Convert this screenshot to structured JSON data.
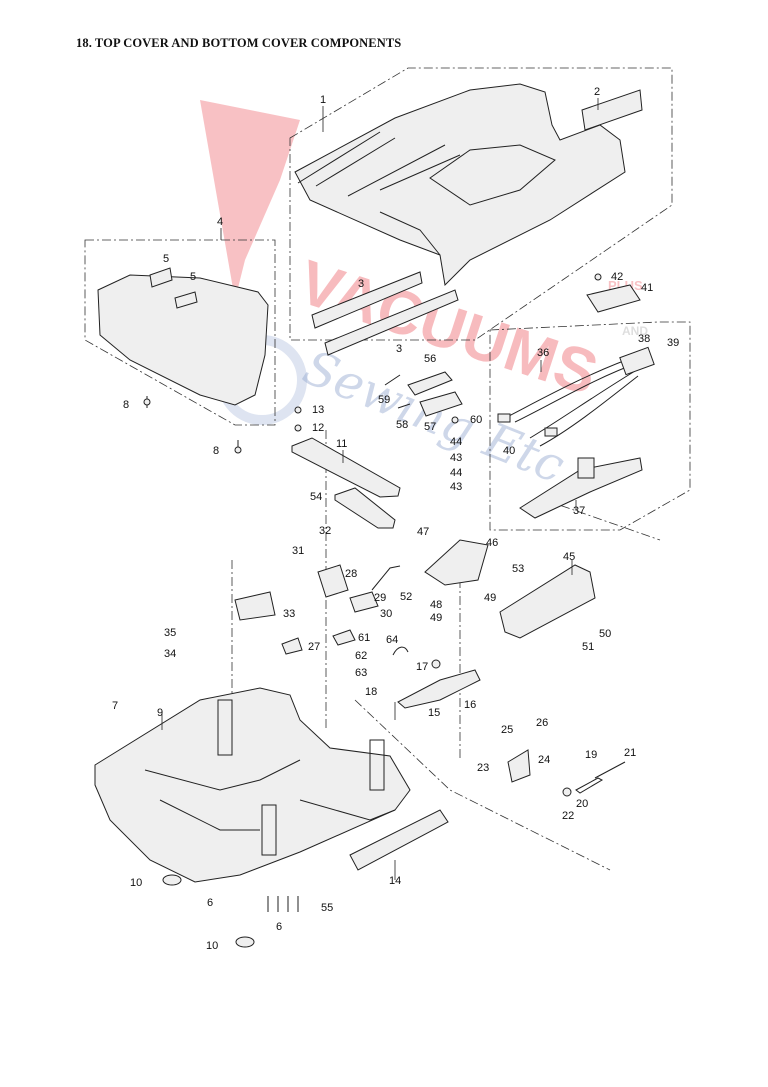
{
  "page": {
    "title": "18. TOP COVER AND BOTTOM COVER COMPONENTS"
  },
  "watermark": {
    "text_main": "VACUUMS",
    "text_script": "Sewing Etc",
    "text_small": "PLUS",
    "text_small2": "AND",
    "colors": {
      "red": "#e8202a",
      "blue": "#3b5fa8"
    }
  },
  "callouts": [
    "1",
    "2",
    "3",
    "3",
    "4",
    "5",
    "5",
    "6",
    "6",
    "7",
    "8",
    "8",
    "9",
    "10",
    "10",
    "11",
    "12",
    "13",
    "14",
    "15",
    "16",
    "17",
    "18",
    "19",
    "20",
    "21",
    "22",
    "23",
    "24",
    "25",
    "26",
    "27",
    "28",
    "29",
    "30",
    "31",
    "32",
    "33",
    "34",
    "35",
    "36",
    "37",
    "38",
    "39",
    "40",
    "41",
    "42",
    "43",
    "43",
    "44",
    "44",
    "45",
    "46",
    "47",
    "48",
    "49",
    "49",
    "50",
    "51",
    "52",
    "53",
    "54",
    "55",
    "56",
    "57",
    "58",
    "59",
    "60",
    "61",
    "62",
    "63",
    "64"
  ]
}
